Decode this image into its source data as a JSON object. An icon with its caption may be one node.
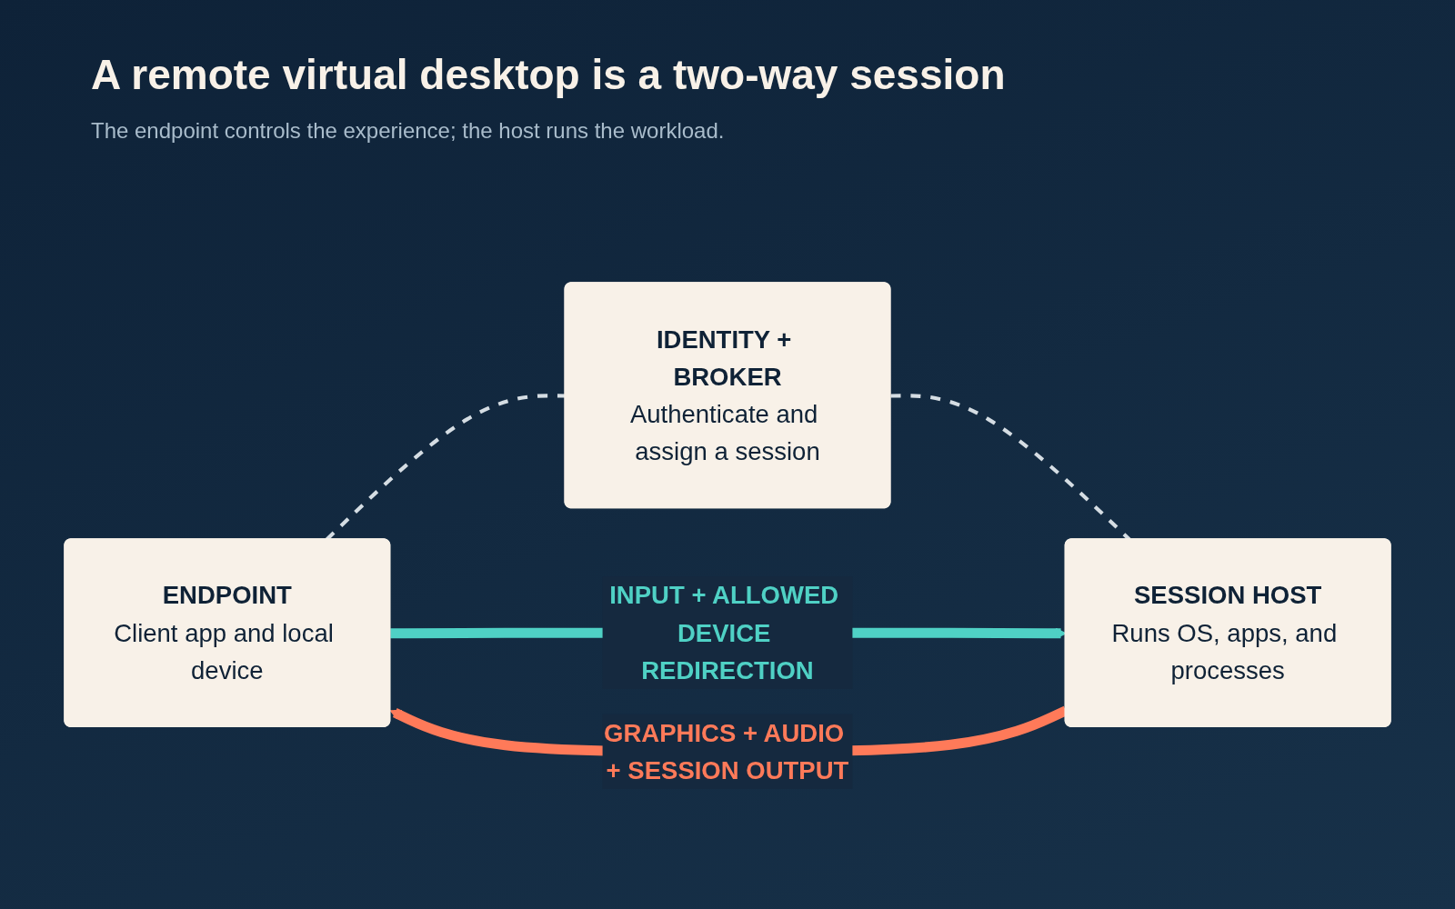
{
  "diagram": {
    "title": "A remote virtual desktop is a two-way session",
    "caption": "The endpoint controls the experience; the host runs the workload.",
    "nodes": [
      {
        "text": [
          "ENDPOINT",
          "Client app and local device"
        ]
      },
      {
        "text": [
          "IDENTITY + BROKER",
          "Authenticate and assign a session"
        ]
      },
      {
        "text": [
          "SESSION HOST",
          "Runs OS, apps, and processes"
        ]
      }
    ],
    "edges": [
      {
        "from": 0,
        "to": 1,
        "arrow": "none",
        "style": "dashed"
      },
      {
        "from": 1,
        "to": 2,
        "arrow": "none",
        "style": "dashed"
      },
      {
        "from": 0,
        "to": 2,
        "arrow": "to",
        "label": "INPUT + ALLOWED DEVICE REDIRECTION",
        "style": "thick",
        "color": "#4fd1c5"
      },
      {
        "from": 2,
        "to": 0,
        "arrow": "to",
        "label": "GRAPHICS + AUDIO + SESSION OUTPUT",
        "style": "thick",
        "color": "#ff7a59"
      }
    ]
  }
}
